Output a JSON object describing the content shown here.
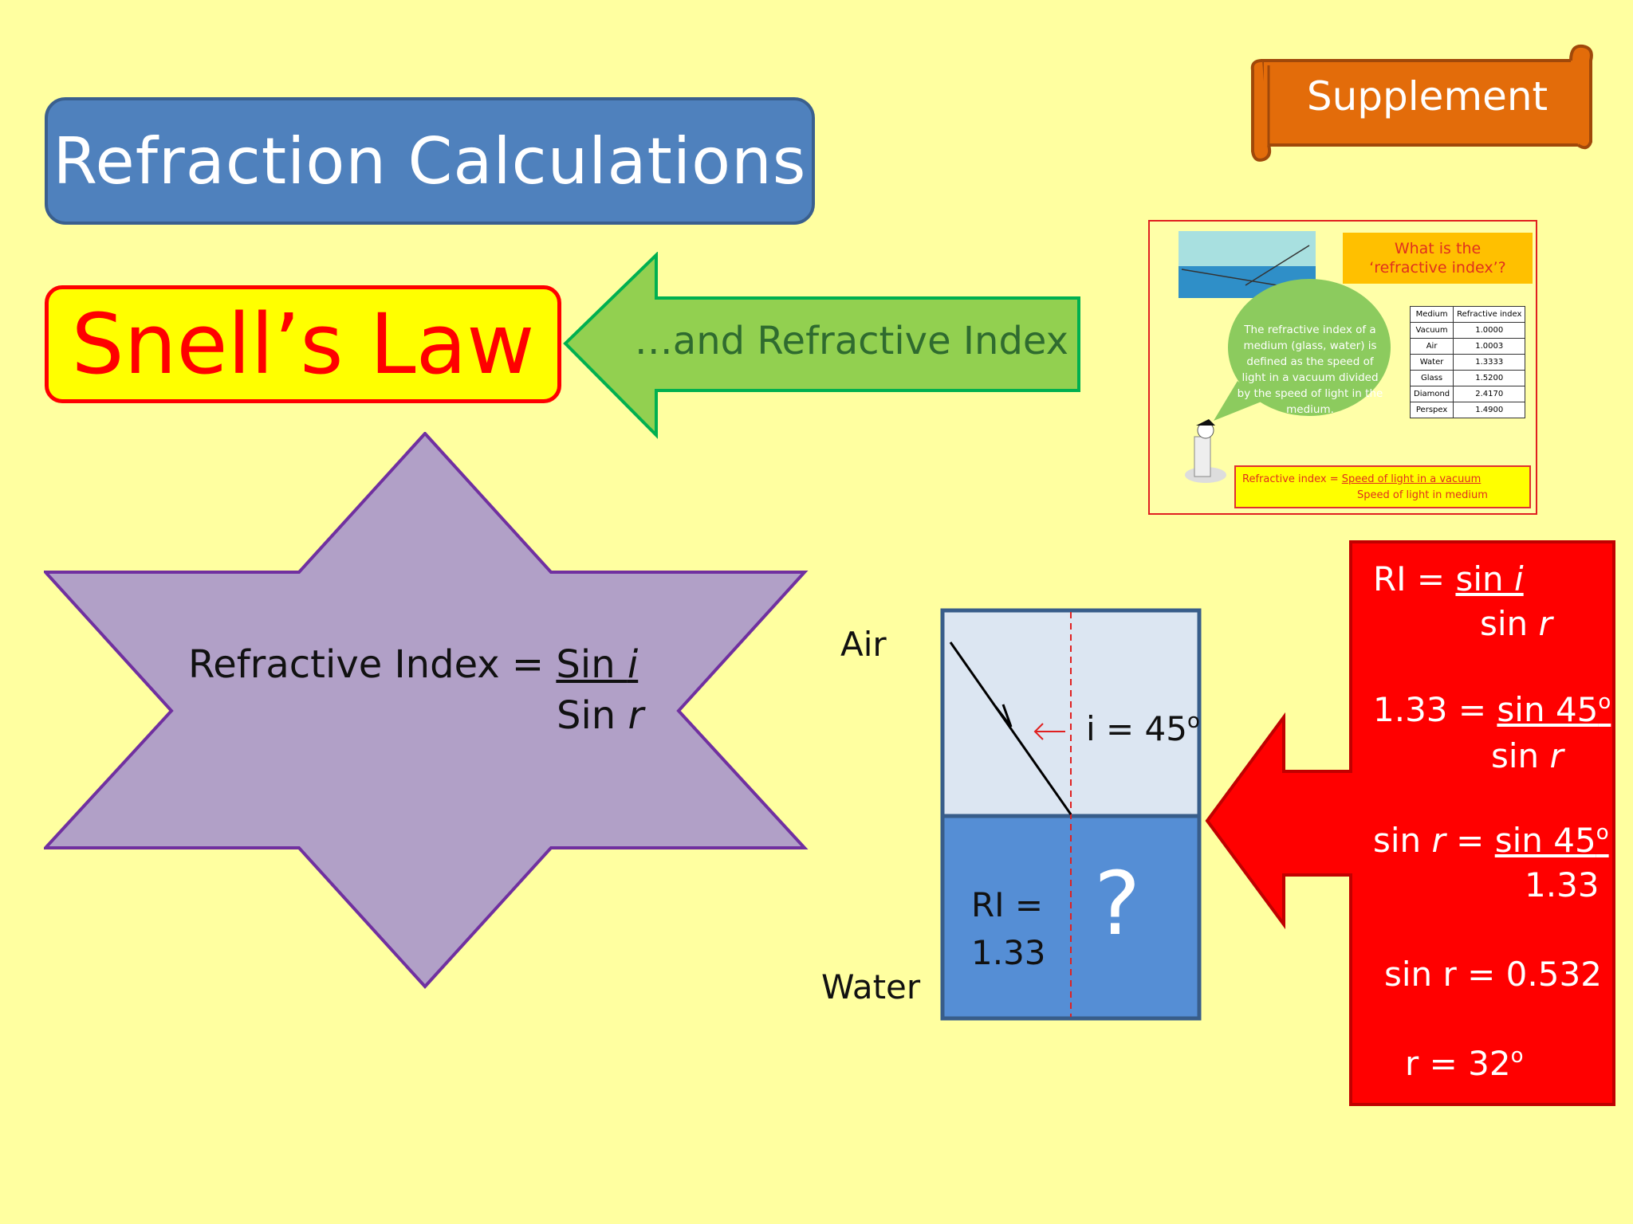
{
  "title": "Refraction Calculations",
  "supplement_label": "Supplement",
  "snells_law": "Snell’s Law",
  "arrow_label": "…and Refractive Index",
  "thumbnail": {
    "title_line1": "What is the",
    "title_line2": "‘refractive index’?",
    "bubble_text": "The refractive index of a medium (glass, water) is defined as the speed of light in a vacuum divided by the speed of light in the medium.",
    "table_headers": [
      "Medium",
      "Refractive index"
    ],
    "table_rows": [
      [
        "Vacuum",
        "1.0000"
      ],
      [
        "Air",
        "1.0003"
      ],
      [
        "Water",
        "1.3333"
      ],
      [
        "Glass",
        "1.5200"
      ],
      [
        "Diamond",
        "2.4170"
      ],
      [
        "Perspex",
        "1.4900"
      ]
    ],
    "formula_lhs": "Refractive index =",
    "formula_num": "Speed of light in a vacuum",
    "formula_den": "Speed of light in medium"
  },
  "star": {
    "lhs": "Refractive Index = ",
    "num_a": "Sin ",
    "num_b": "i",
    "den_a": "Sin ",
    "den_b": "r"
  },
  "diagram": {
    "air_label": "Air",
    "water_label": "Water",
    "incidence": "i = 45",
    "deg": "o",
    "ri_line1": "RI =",
    "ri_line2": "1.33",
    "question": "?"
  },
  "calc": {
    "l1_lhs": "RI  =  ",
    "l1_num_a": "sin ",
    "l1_num_b": "i",
    "l1_den_a": "sin ",
    "l1_den_b": "r",
    "l2_lhs": "1.33 = ",
    "l2_num": "sin 45",
    "l2_deg": "o",
    "l2_den_a": "sin ",
    "l2_den_b": "r",
    "l3_lhs_a": "sin ",
    "l3_lhs_b": "r",
    "l3_eq": " = ",
    "l3_num": "sin 45",
    "l3_deg": "o",
    "l3_den": "1.33",
    "l4": "sin r = 0.532",
    "l5": "r  =  32",
    "l5_deg": "o"
  },
  "colors": {
    "background": "#FFFFA0",
    "title_fill": "#4F81BD",
    "supplement_fill": "#E36C0A",
    "snell_fill": "#FFFF00",
    "snell_text": "#FF0000",
    "green_arrow": "#92D050",
    "star_fill": "#B1A0C7",
    "air_fill": "#DCE6F2",
    "water_fill": "#558ED5",
    "calc_fill": "#FF0000"
  }
}
